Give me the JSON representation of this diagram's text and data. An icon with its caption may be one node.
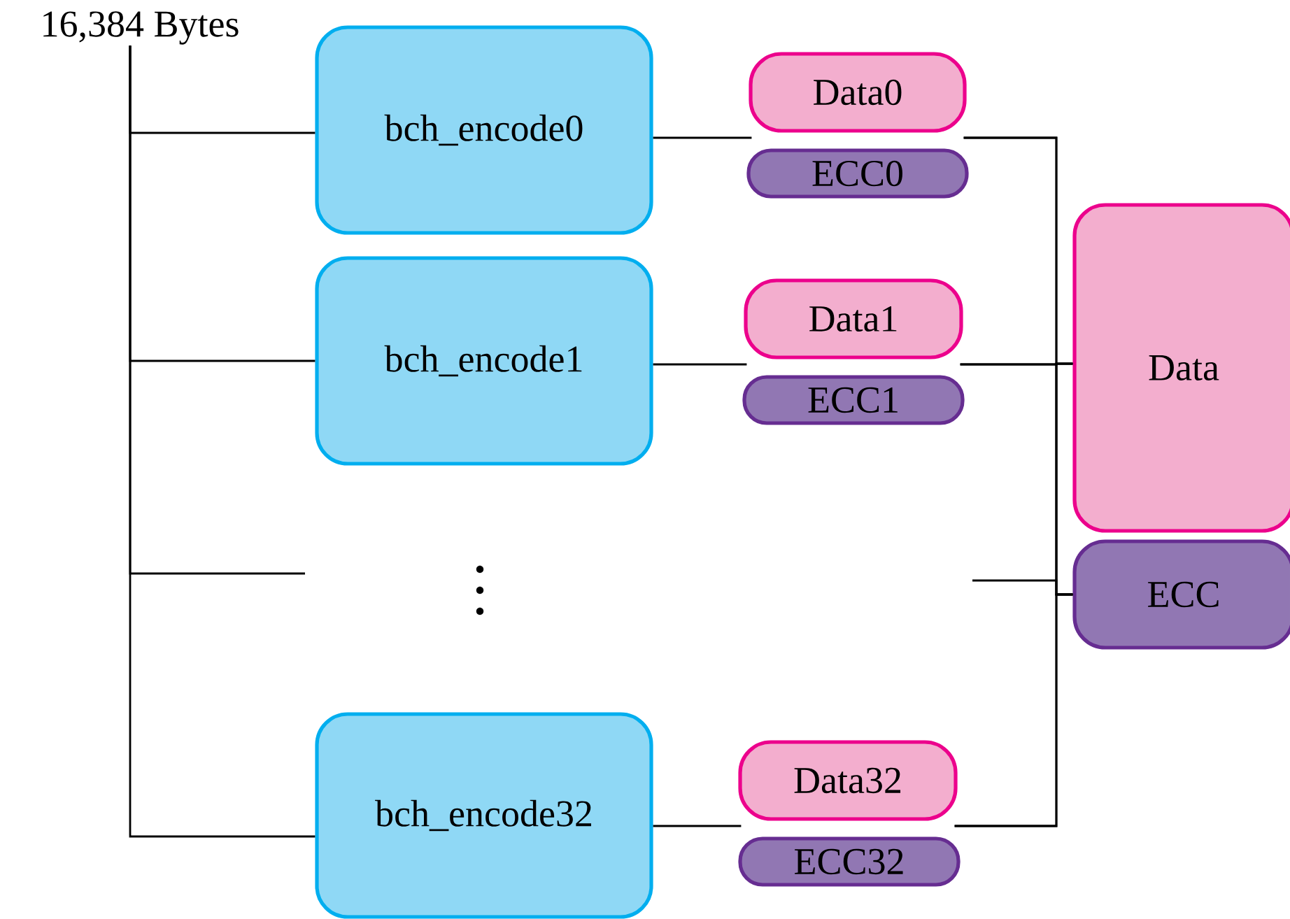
{
  "diagram": {
    "nodes": [
      {
        "text": [
          "16,384 Bytes"
        ]
      },
      {
        "text": [
          "bch_encode0"
        ]
      },
      {
        "text": [
          "Data0"
        ]
      },
      {
        "text": [
          "ECC0"
        ]
      },
      {
        "text": [
          "bch_encode1"
        ]
      },
      {
        "text": [
          "Data1"
        ]
      },
      {
        "text": [
          "ECC1"
        ]
      },
      {
        "text": [
          "bch_encode32"
        ]
      },
      {
        "text": [
          "Data32"
        ]
      },
      {
        "text": [
          "ECC32"
        ]
      },
      {
        "text": [
          "Data"
        ]
      },
      {
        "text": [
          "ECC"
        ]
      }
    ],
    "edges": [
      {
        "from": 0,
        "to": 1,
        "arrow": "none"
      },
      {
        "from": 0,
        "to": 4,
        "arrow": "none"
      },
      {
        "from": 0,
        "to": null,
        "arrow": "none"
      },
      {
        "from": 0,
        "to": 7,
        "arrow": "none"
      },
      {
        "from": 1,
        "to": 2,
        "arrow": "none"
      },
      {
        "from": 4,
        "to": 5,
        "arrow": "none"
      },
      {
        "from": 7,
        "to": 8,
        "arrow": "none"
      },
      {
        "from": 2,
        "to": 10,
        "arrow": "none"
      },
      {
        "from": 2,
        "to": 11,
        "arrow": "none"
      },
      {
        "from": 5,
        "to": 10,
        "arrow": "none"
      },
      {
        "from": 5,
        "to": 11,
        "arrow": "none"
      },
      {
        "from": null,
        "to": 11,
        "arrow": "none"
      },
      {
        "from": 8,
        "to": 10,
        "arrow": "none"
      },
      {
        "from": 8,
        "to": 11,
        "arrow": "none"
      }
    ]
  }
}
